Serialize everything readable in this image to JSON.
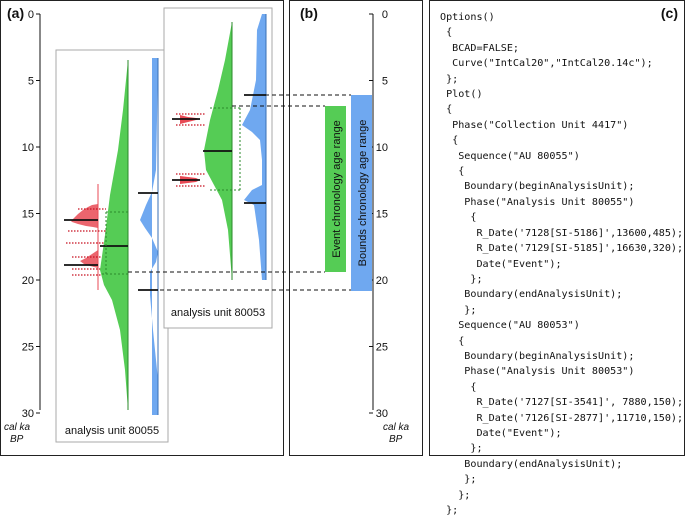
{
  "panels": {
    "a": {
      "label": "(a)",
      "axis_ticks": [
        "0",
        "5",
        "10",
        "15",
        "20",
        "25",
        "30"
      ],
      "axis_unit_line1": "cal ka",
      "axis_unit_line2": "BP",
      "unit_80055_label": "analysis unit 80055",
      "unit_80053_label": "analysis unit 80053"
    },
    "b": {
      "label": "(b)",
      "axis_ticks": [
        "0",
        "5",
        "10",
        "15",
        "20",
        "25",
        "30"
      ],
      "axis_unit_line1": "cal ka",
      "axis_unit_line2": "BP",
      "event_bar_label": "Event chronology age range",
      "bounds_bar_label": "Bounds chronology age range",
      "event_bar_color": "#55cc55",
      "bounds_bar_color": "#6fa8f0"
    },
    "c": {
      "label": "(c)",
      "code_lines": [
        "Options()",
        " {",
        "  BCAD=FALSE;",
        "  Curve(\"IntCal20\",\"IntCal20.14c\");",
        " };",
        " Plot()",
        " {",
        "  Phase(\"Collection Unit 4417\")",
        "  {",
        "   Sequence(\"AU 80055\")",
        "   {",
        "    Boundary(beginAnalysisUnit);",
        "    Phase(\"Analysis Unit 80055\")",
        "     {",
        "      R_Date('7128[SI-5186]',13600,485);",
        "      R_Date('7129[SI-5185]',16630,320);",
        "      Date(\"Event\");",
        "     };",
        "    Boundary(endAnalysisUnit);",
        "    };",
        "   Sequence(\"AU 80053\")",
        "   {",
        "    Boundary(beginAnalysisUnit);",
        "    Phase(\"Analysis Unit 80053\")",
        "     {",
        "      R_Date('7127[SI-3541]', 7880,150);",
        "      R_Date('7126[SI-2877]',11710,150);",
        "      Date(\"Event\");",
        "     };",
        "    Boundary(endAnalysisUnit);",
        "    };",
        "   };",
        " };"
      ]
    }
  },
  "colors": {
    "dates": "#e84a55",
    "event": "#55cc55",
    "boundary": "#6fa8f0"
  }
}
